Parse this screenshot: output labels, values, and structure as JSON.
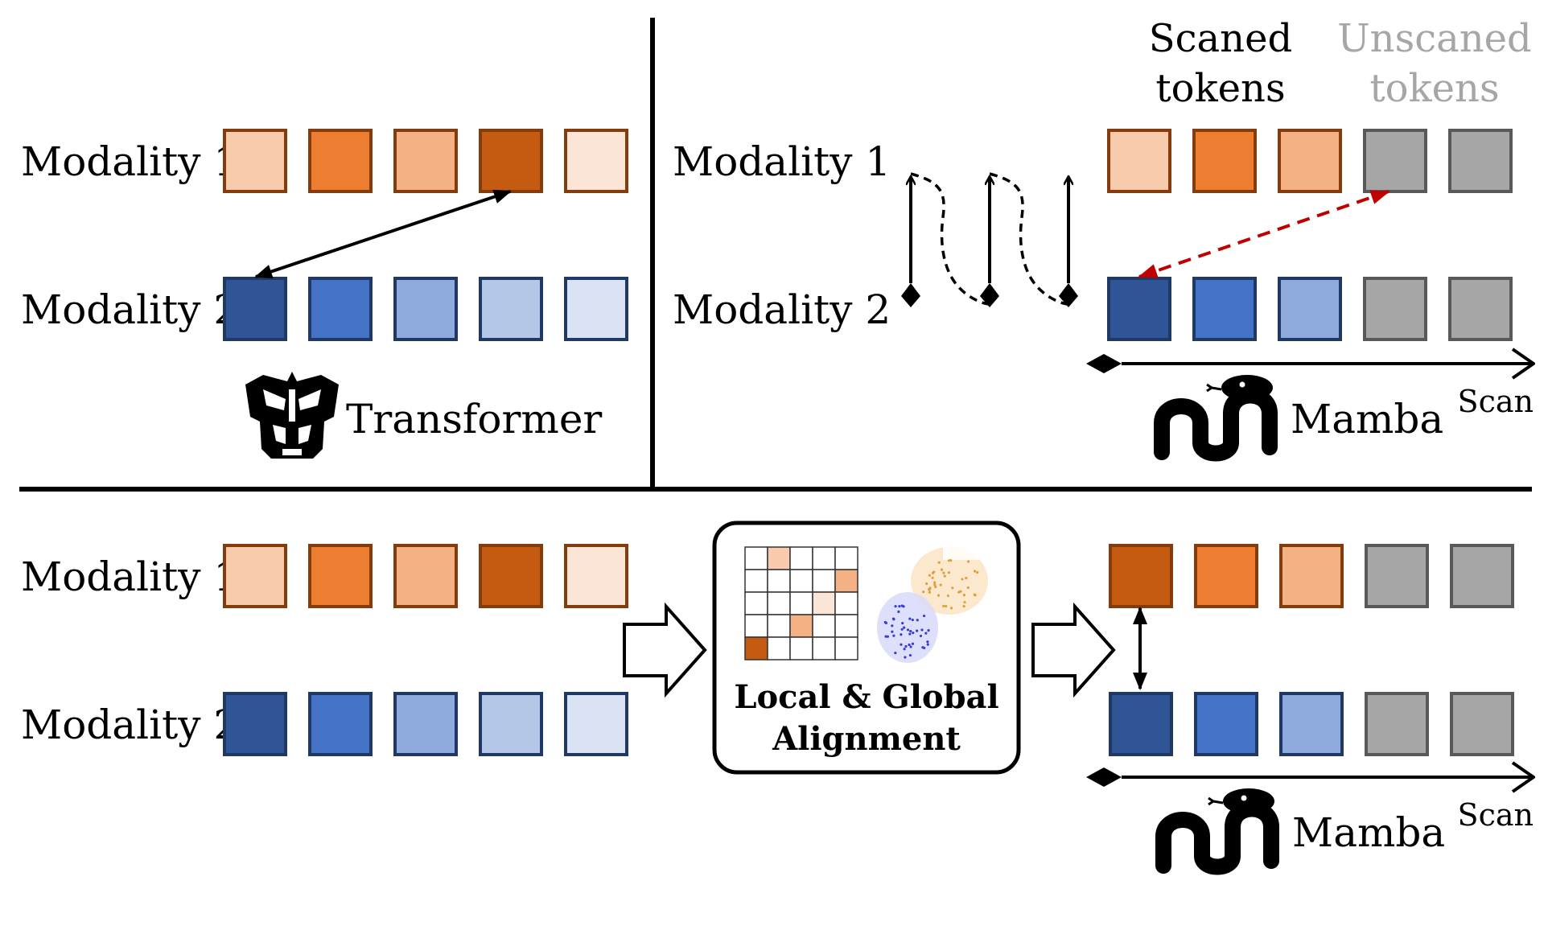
{
  "colors": {
    "orange": [
      "#f8cbad",
      "#ed7d31",
      "#f4b183",
      "#c55a11",
      "#fbe5d6"
    ],
    "blue": [
      "#2f5597",
      "#4472c4",
      "#8faadc",
      "#b4c7e7",
      "#dae3f3"
    ],
    "gray": "#a6a6a6",
    "orange_border": "#843c0c",
    "blue_border": "#1f3864",
    "gray_border": "#595959",
    "red_arrow": "#c00000"
  },
  "labels": {
    "modality1": "Modality 1",
    "modality2": "Modality 2",
    "transformer": "Transformer",
    "mamba": "Mamba",
    "scan": "Scan",
    "scanned_line1": "Scaned",
    "scanned_line2": "tokens",
    "unscanned_line1": "Unscaned",
    "unscanned_line2": "tokens",
    "alignment_line1": "Local & Global",
    "alignment_line2": "Alignment"
  },
  "icons": {
    "transformer": "autobot-mask-icon",
    "mamba": "snake-icon",
    "alignment_matrix": "grid-matrix-icon",
    "alignment_distribution": "scatter-distribution-icon"
  }
}
